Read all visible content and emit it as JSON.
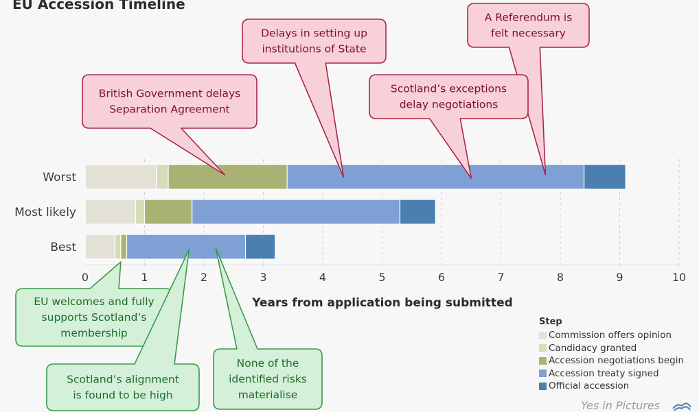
{
  "page": {
    "title": "EU Accession Timeline",
    "watermark": "Yes in Pictures"
  },
  "chart_data": {
    "type": "bar",
    "orientation": "horizontal",
    "stacked": true,
    "title": "EU Accession Timeline",
    "xlabel": "Years from application being submitted",
    "ylabel": "",
    "xlim": [
      0,
      10
    ],
    "xticks": [
      0,
      1,
      2,
      3,
      4,
      5,
      6,
      7,
      8,
      9,
      10
    ],
    "grid": "vertical-dashed",
    "categories": [
      "Worst",
      "Most likely",
      "Best"
    ],
    "series": [
      {
        "name": "Commission offers opinion",
        "color": "#e4e1d6",
        "values": [
          1.2,
          0.85,
          0.5
        ]
      },
      {
        "name": "Candidacy granted",
        "color": "#d6dcb8",
        "values": [
          0.2,
          0.15,
          0.1
        ]
      },
      {
        "name": "Accession negotiations begin",
        "color": "#a9b173",
        "values": [
          2.0,
          0.8,
          0.1
        ]
      },
      {
        "name": "Accession treaty signed",
        "color": "#7ea0d4",
        "values": [
          5.0,
          3.5,
          2.0
        ]
      },
      {
        "name": "Official accession",
        "color": "#4a7fb0",
        "values": [
          0.7,
          0.6,
          0.5
        ]
      }
    ],
    "legend": {
      "title": "Step",
      "position": "bottom-right"
    },
    "annotations": [
      {
        "id": "referendum",
        "text": [
          "A Referendum is",
          "felt necessary"
        ],
        "style": "red",
        "category": "Worst",
        "x": 7.75
      },
      {
        "id": "institutions",
        "text": [
          "Delays in setting up",
          "institutions of State"
        ],
        "style": "red",
        "category": "Worst",
        "x": 4.35
      },
      {
        "id": "exceptions",
        "text": [
          "Scotland’s exceptions",
          "delay negotiations"
        ],
        "style": "red",
        "category": "Worst",
        "x": 6.5
      },
      {
        "id": "separation",
        "text": [
          "British Government delays",
          "Separation Agreement"
        ],
        "style": "red",
        "category": "Worst",
        "x": 2.35
      },
      {
        "id": "eu-welcomes",
        "text": [
          "EU welcomes and fully",
          "supports Scotland’s",
          "membership"
        ],
        "style": "green",
        "category": "Best",
        "x": 0.6
      },
      {
        "id": "alignment",
        "text": [
          "Scotland’s alignment",
          "is found to be high"
        ],
        "style": "green",
        "category": "Best",
        "x": 1.75
      },
      {
        "id": "no-risks",
        "text": [
          "None of the",
          "identified risks",
          "materialise"
        ],
        "style": "green",
        "category": "Best",
        "x": 2.2
      }
    ]
  }
}
